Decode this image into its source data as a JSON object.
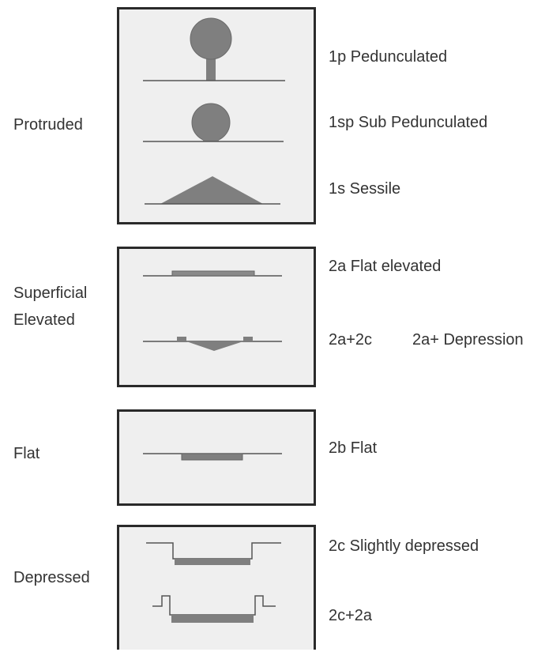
{
  "colors": {
    "shape": "#7f7f7f",
    "line": "#555555",
    "border": "#2a2a2a",
    "box_bg": "#efefef",
    "text": "#333333"
  },
  "categories": {
    "protruded": "Protruded",
    "superficial_elevated_line1": "Superficial",
    "superficial_elevated_line2": "Elevated",
    "flat": "Flat",
    "depressed": "Depressed"
  },
  "types": {
    "t1p": "1p Pedunculated",
    "t1sp": "1sp Sub Pedunculated",
    "t1s": "1s Sessile",
    "t2a": "2a Flat elevated",
    "t2a2c_code": "2a+2c",
    "t2a2c_desc": "2a+ Depression",
    "t2b": "2b Flat",
    "t2c": "2c Slightly depressed",
    "t2c2a": "2c+2a"
  }
}
